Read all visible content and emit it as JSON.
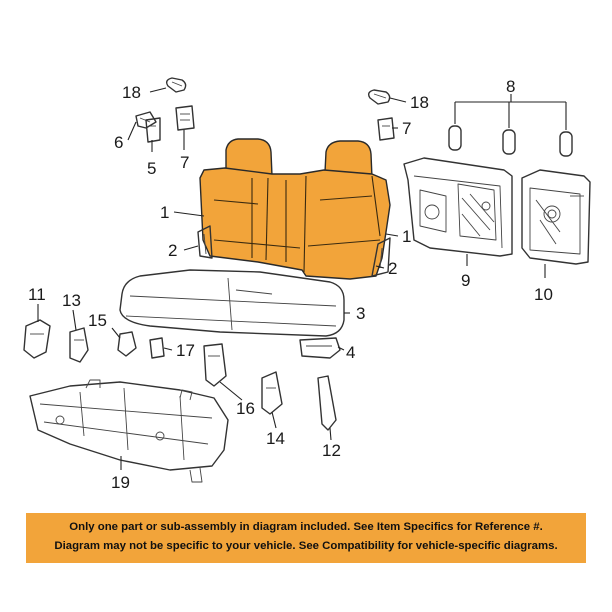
{
  "colors": {
    "highlight": "#f2a43a",
    "line": "#333333",
    "notice_background": "#f2a43a"
  },
  "callouts": {
    "c1_left": "1",
    "c1_right": "1",
    "c2_left": "2",
    "c2_right": "2",
    "c3": "3",
    "c4": "4",
    "c5": "5",
    "c6": "6",
    "c7_left": "7",
    "c7_right": "7",
    "c8": "8",
    "c9": "9",
    "c10": "10",
    "c11": "11",
    "c12": "12",
    "c13": "13",
    "c14": "14",
    "c15": "15",
    "c16": "16",
    "c17": "17",
    "c18_left": "18",
    "c18_right": "18",
    "c19": "19"
  },
  "notice": {
    "line1": "Only one part or sub-assembly in diagram included. See Item Specifics for Reference #.",
    "line2": "Diagram may not be specific to your vehicle. See Compatibility for vehicle-specific diagrams."
  }
}
